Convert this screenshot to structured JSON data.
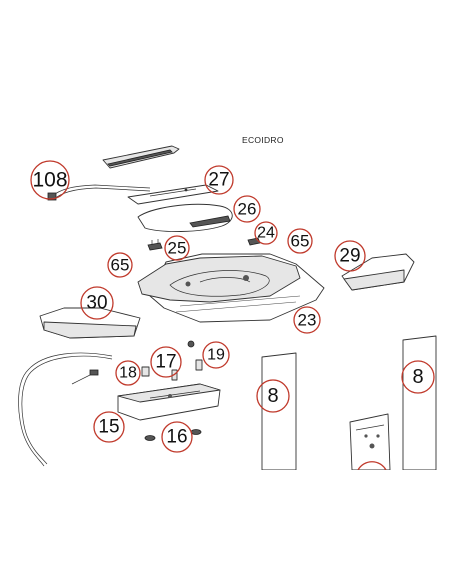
{
  "brand": "ECOIDRO",
  "callouts": [
    {
      "label": "108"
    },
    {
      "label": "27"
    },
    {
      "label": "26"
    },
    {
      "label": "25"
    },
    {
      "label": "24"
    },
    {
      "label": "65"
    },
    {
      "label": "65"
    },
    {
      "label": "29"
    },
    {
      "label": "30"
    },
    {
      "label": "23"
    },
    {
      "label": "17"
    },
    {
      "label": "19"
    },
    {
      "label": "18"
    },
    {
      "label": "8"
    },
    {
      "label": "8"
    },
    {
      "label": "15"
    },
    {
      "label": "16"
    }
  ],
  "colors": {
    "callout_ring": "#c0392b",
    "line_art": "#333333",
    "background": "#ffffff"
  }
}
